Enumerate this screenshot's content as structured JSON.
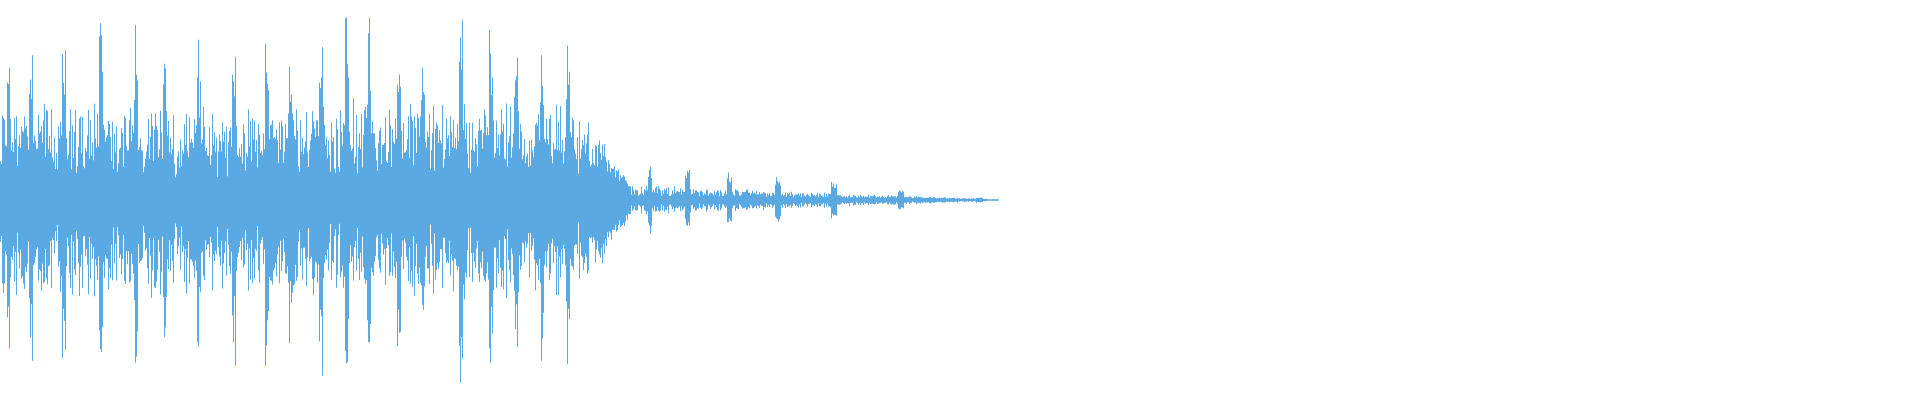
{
  "waveform": {
    "color": "#5aa9e2",
    "background": "#ffffff",
    "active_duration_fraction": 0.52,
    "loud_section_fraction": 0.305,
    "peak_amplitude": 0.98,
    "body_amplitude": 0.42,
    "tail_amplitude": 0.08
  }
}
